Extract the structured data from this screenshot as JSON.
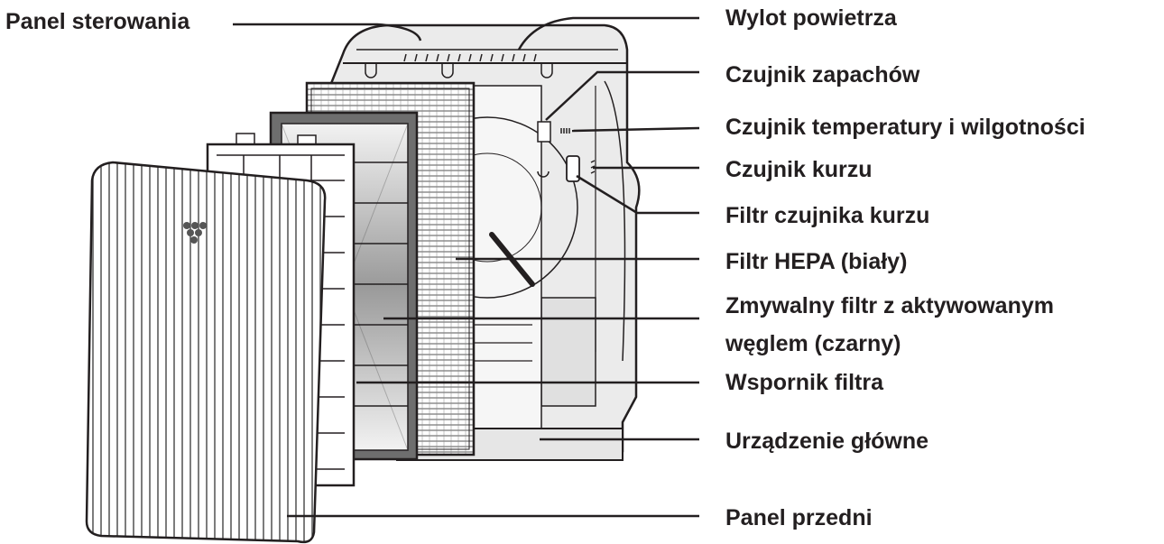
{
  "labels": {
    "control_panel": "Panel sterowania",
    "air_outlet": "Wylot powietrza",
    "odor_sensor": "Czujnik zapachów",
    "temp_humidity_sensor": "Czujnik temperatury i wilgotności",
    "dust_sensor": "Czujnik kurzu",
    "dust_sensor_filter": "Filtr czujnika kurzu",
    "hepa_filter": "Filtr HEPA (biały)",
    "carbon_filter_line1": "Zmywalny filtr z aktywowanym",
    "carbon_filter_line2": "węglem (czarny)",
    "filter_frame": "Wspornik filtra",
    "main_unit": "Urządzenie główne",
    "front_panel": "Panel przedni"
  },
  "colors": {
    "line": "#231f20",
    "panel_fill": "#e6e6e6",
    "filter_dark": "#7a7a7a",
    "background": "#ffffff"
  }
}
